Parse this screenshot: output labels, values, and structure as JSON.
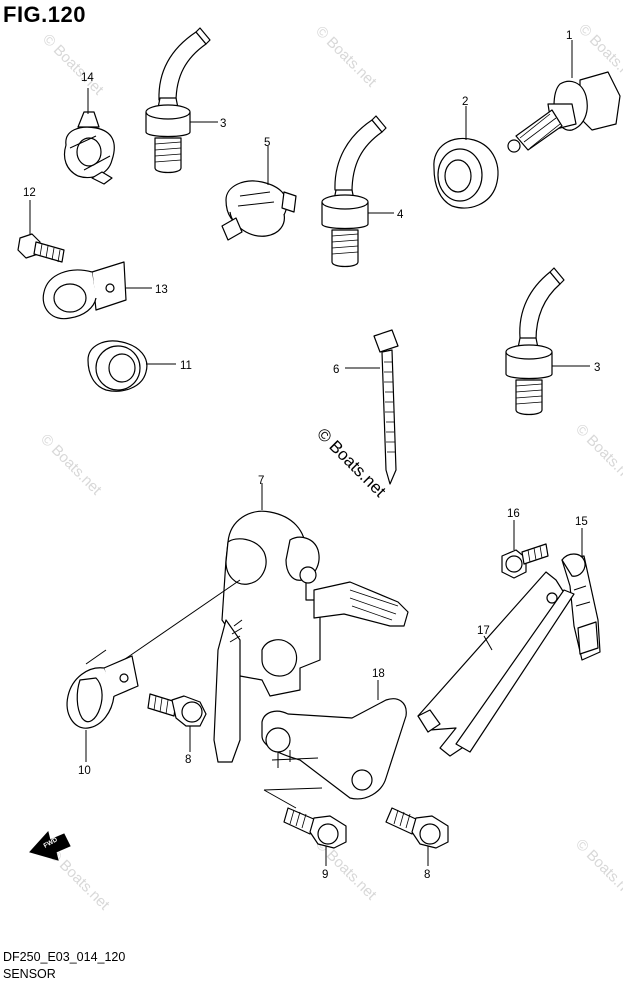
{
  "figure": {
    "title": "FIG.120",
    "code": "DF250_E03_014_120",
    "name": "SENSOR"
  },
  "watermark": {
    "text": "© Boats.net"
  },
  "direction_badge": "FWD",
  "callouts": {
    "c1": "1",
    "c2": "2",
    "c3a": "3",
    "c3b": "3",
    "c4": "4",
    "c5": "5",
    "c6": "6",
    "c7": "7",
    "c8a": "8",
    "c8b": "8",
    "c9": "9",
    "c10": "10",
    "c11": "11",
    "c12": "12",
    "c13": "13",
    "c14": "14",
    "c15": "15",
    "c16": "16",
    "c17": "17",
    "c18": "18"
  }
}
